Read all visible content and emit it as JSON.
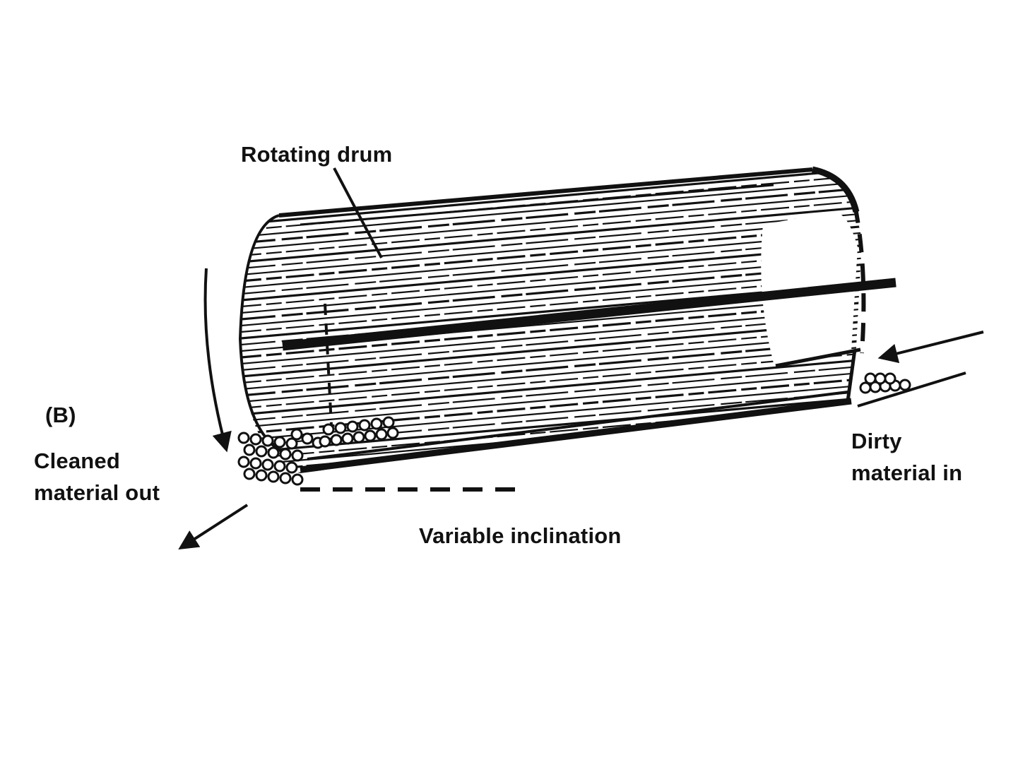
{
  "figure": {
    "label_drum": "Rotating drum",
    "label_panel": "(B)",
    "label_out_line1": "Cleaned",
    "label_out_line2": "material out",
    "label_in_line1": "Dirty",
    "label_in_line2": "material in",
    "label_inclination": "Variable inclination"
  },
  "colors": {
    "ink": "#111111",
    "background": "#ffffff"
  },
  "icons": [
    "rotation-arrow-icon",
    "inlet-arrow-icon",
    "outlet-arrow-icon"
  ]
}
